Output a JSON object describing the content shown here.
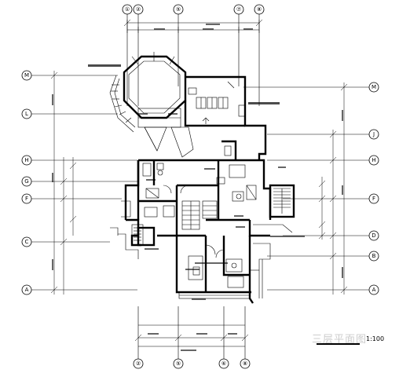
{
  "drawing": {
    "title": "三层平面图",
    "scale": "1:100"
  },
  "grid_top": [
    "①",
    "②",
    "⑤",
    "⑦",
    "⑧"
  ],
  "grid_bottom": [
    "②",
    "⑤",
    "⑥",
    "⑧"
  ],
  "grid_left": [
    "M",
    "L",
    "H",
    "G",
    "F",
    "C",
    "A"
  ],
  "grid_right": [
    "M",
    "J",
    "H",
    "F",
    "D",
    "B",
    "A"
  ]
}
